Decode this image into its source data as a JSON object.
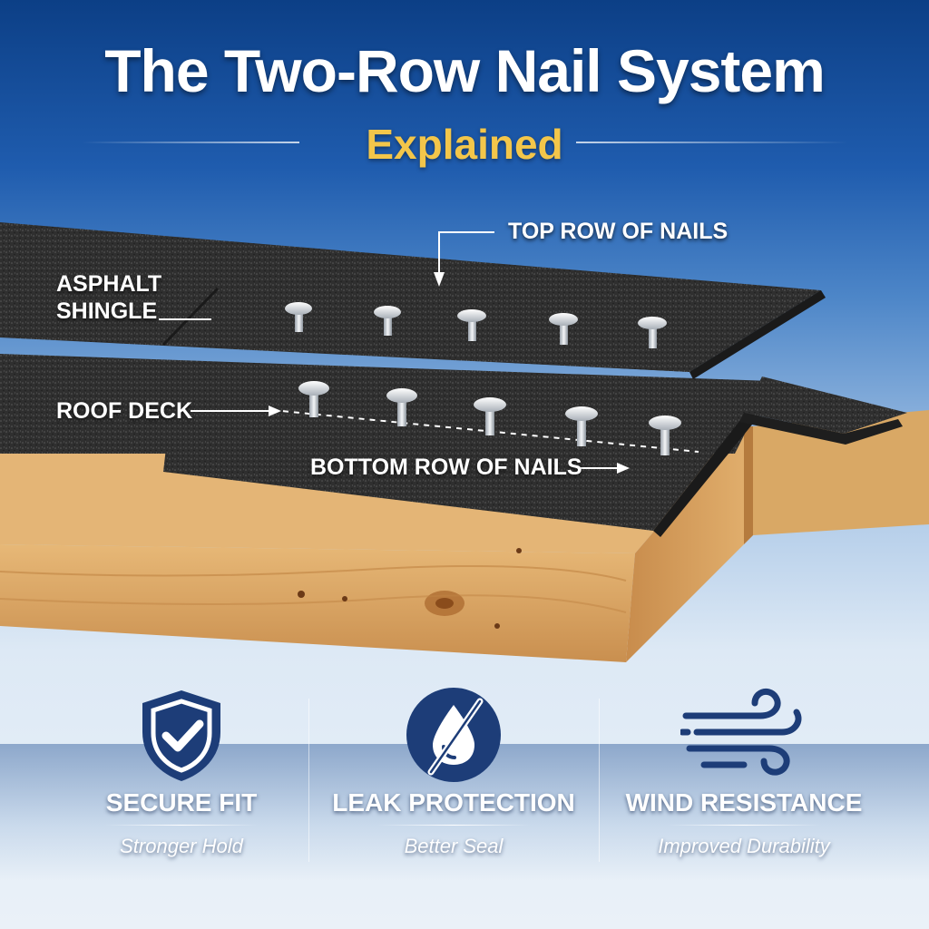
{
  "header": {
    "title": "The Two-Row Nail System",
    "subtitle": "Explained"
  },
  "labels": {
    "top_row": "TOP ROW OF NAILS",
    "shingle_line1": "ASPHALT",
    "shingle_line2": "SHINGLE",
    "roof_deck": "ROOF DECK",
    "bottom_row": "BOTTOM ROW OF NAILS"
  },
  "features": [
    {
      "title": "SECURE FIT",
      "subtitle": "Stronger Hold",
      "icon": "shield-check-icon"
    },
    {
      "title": "LEAK PROTECTION",
      "subtitle": "Better Seal",
      "icon": "water-drop-crossed-icon"
    },
    {
      "title": "WIND RESISTANCE",
      "subtitle": "Improved Durability",
      "icon": "wind-icon"
    }
  ],
  "colors": {
    "title": "#ffffff",
    "subtitle": "#f3c64a",
    "shingle": "#2e2e2e",
    "wood": "#d7a565",
    "icon_navy": "#1d3d78"
  }
}
